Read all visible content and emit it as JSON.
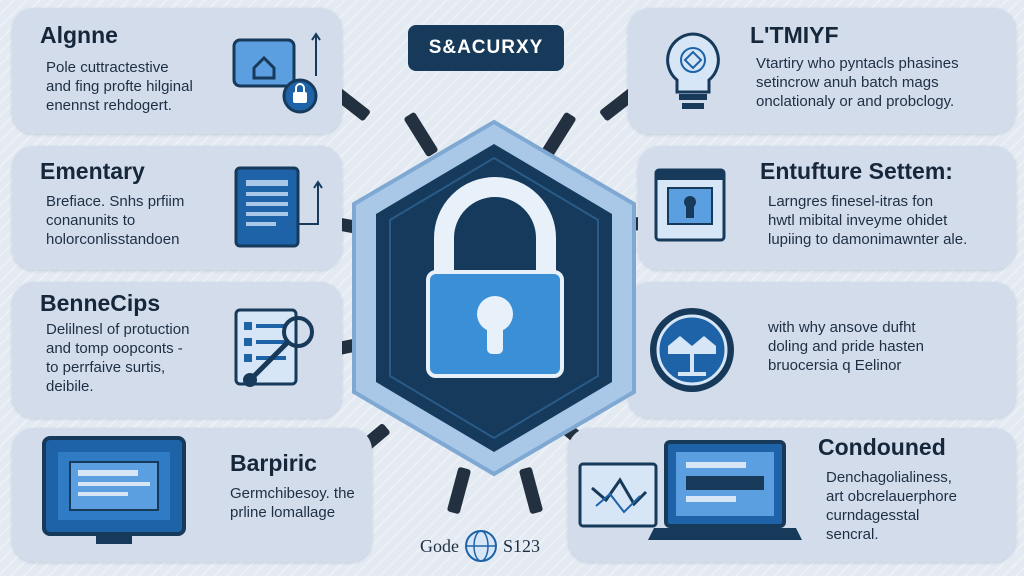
{
  "header": {
    "label": "S&ACURXY"
  },
  "cards": [
    {
      "title": "Algnne",
      "lines": [
        "Pole cuttractestive",
        "and fing profte hilginal",
        "enennst rehdogert."
      ]
    },
    {
      "title": "Ementary",
      "lines": [
        "Brefiace. Snhs prfiim",
        "conanunits to",
        "holorconlisstandoen"
      ]
    },
    {
      "title": "BenneCips",
      "lines": [
        "Delilnesl of protuction",
        "and tomp oopconts -",
        "to perrfaive surtis,",
        "deibile."
      ]
    },
    {
      "title": "Barpiric",
      "lines": [
        "Germchibesoy. the",
        "prline lomallage"
      ]
    },
    {
      "title": "L'TMIYF",
      "lines": [
        "Vtartiry who pyntacls phasines",
        "setincrow anuh batch mags",
        "onclationaly or and probclogy."
      ]
    },
    {
      "title": "Entufture Settem:",
      "lines": [
        "Larngres finesel-itras fon",
        "hwtl mibital inveyme ohidet",
        "lupiing to damonimawnter ale."
      ]
    },
    {
      "title": "",
      "lines": [
        "with why ansove dufht",
        "doling and pride hasten",
        "bruocersia q Eelinor"
      ]
    },
    {
      "title": "Condouned",
      "lines": [
        "Denchagolialiness,",
        "art obcrelauerphore",
        "curndagesstal",
        "sencral."
      ]
    }
  ],
  "footer": {
    "left": "Gode",
    "right": "S123"
  },
  "colors": {
    "dark_navy": "#173a5a",
    "lock_blue": "#3b8fd6",
    "card_bg": "#d2dceb",
    "hex_light": "#a9c8e8"
  }
}
